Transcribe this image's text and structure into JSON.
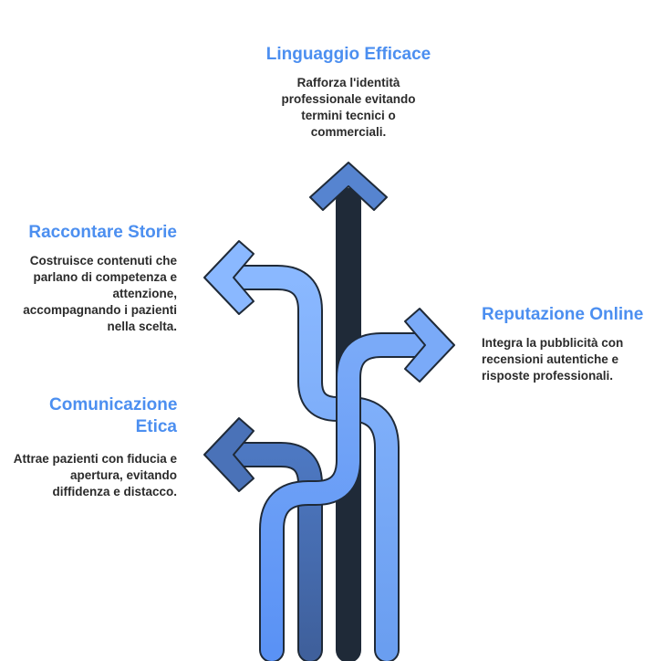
{
  "items": {
    "linguaggio": {
      "title": "Linguaggio Efficace",
      "description": "Rafforza l'identità professionale evitando termini tecnici o commerciali."
    },
    "storie": {
      "title": "Raccontare Storie",
      "description": "Costruisce contenuti che parlano di competenza e attenzione, accompagnando i pazienti nella scelta."
    },
    "etica": {
      "title": "Comunicazione Etica",
      "description": "Attrae pazienti con fiducia e apertura, evitando diffidenza e distacco."
    },
    "reputazione": {
      "title": "Reputazione Online",
      "description": "Integra la pubblicità con recensioni autentiche e risposte professionali."
    }
  },
  "colors": {
    "title_blue": "#4c8ff0",
    "arrow_dark": "#4a6fb0",
    "arrow_mid": "#5b8ee0",
    "arrow_light": "#8ab6ff",
    "arrow_bright": "#5a94f5",
    "outline": "#1f2a38"
  }
}
